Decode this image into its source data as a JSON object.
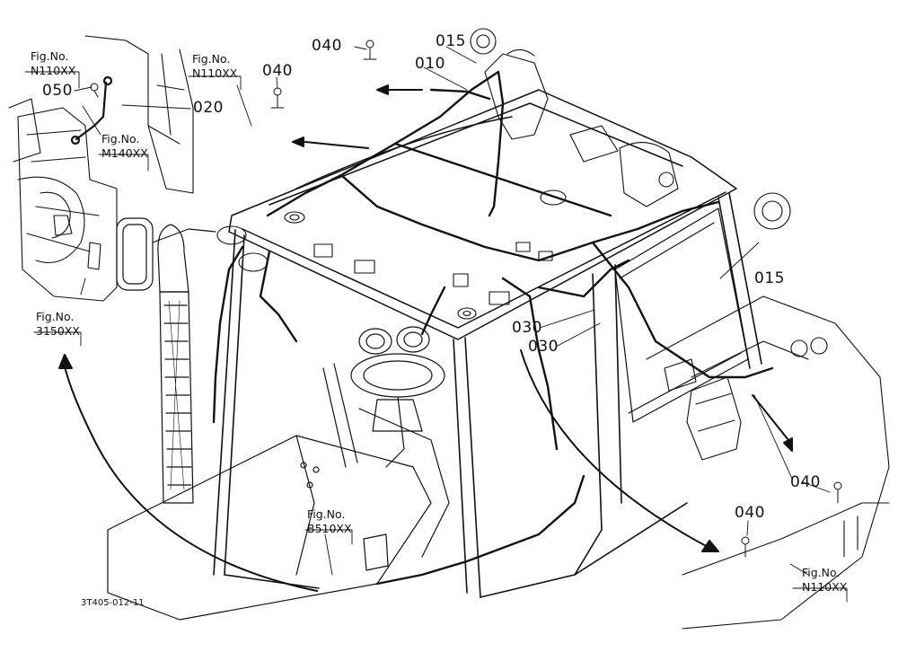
{
  "drawing_ref": "3T405-012-11",
  "fig_caption": "Fig.No.",
  "figures": {
    "n110_top_left": "N110XX",
    "n110_top_mid": "N110XX",
    "m140": "M140XX",
    "f3150": "3150XX",
    "b510": "B510XX",
    "n110_bottom_right": "N110XX"
  },
  "parts": {
    "p040_top": "040",
    "p040_left": "040",
    "p015_top": "015",
    "p010": "010",
    "p050": "050",
    "p020": "020",
    "p015_right": "015",
    "p030_a": "030",
    "p030_b": "030",
    "p040_right": "040",
    "p040_bottom": "040"
  },
  "colors": {
    "ink": "#111111",
    "background": "#ffffff"
  }
}
